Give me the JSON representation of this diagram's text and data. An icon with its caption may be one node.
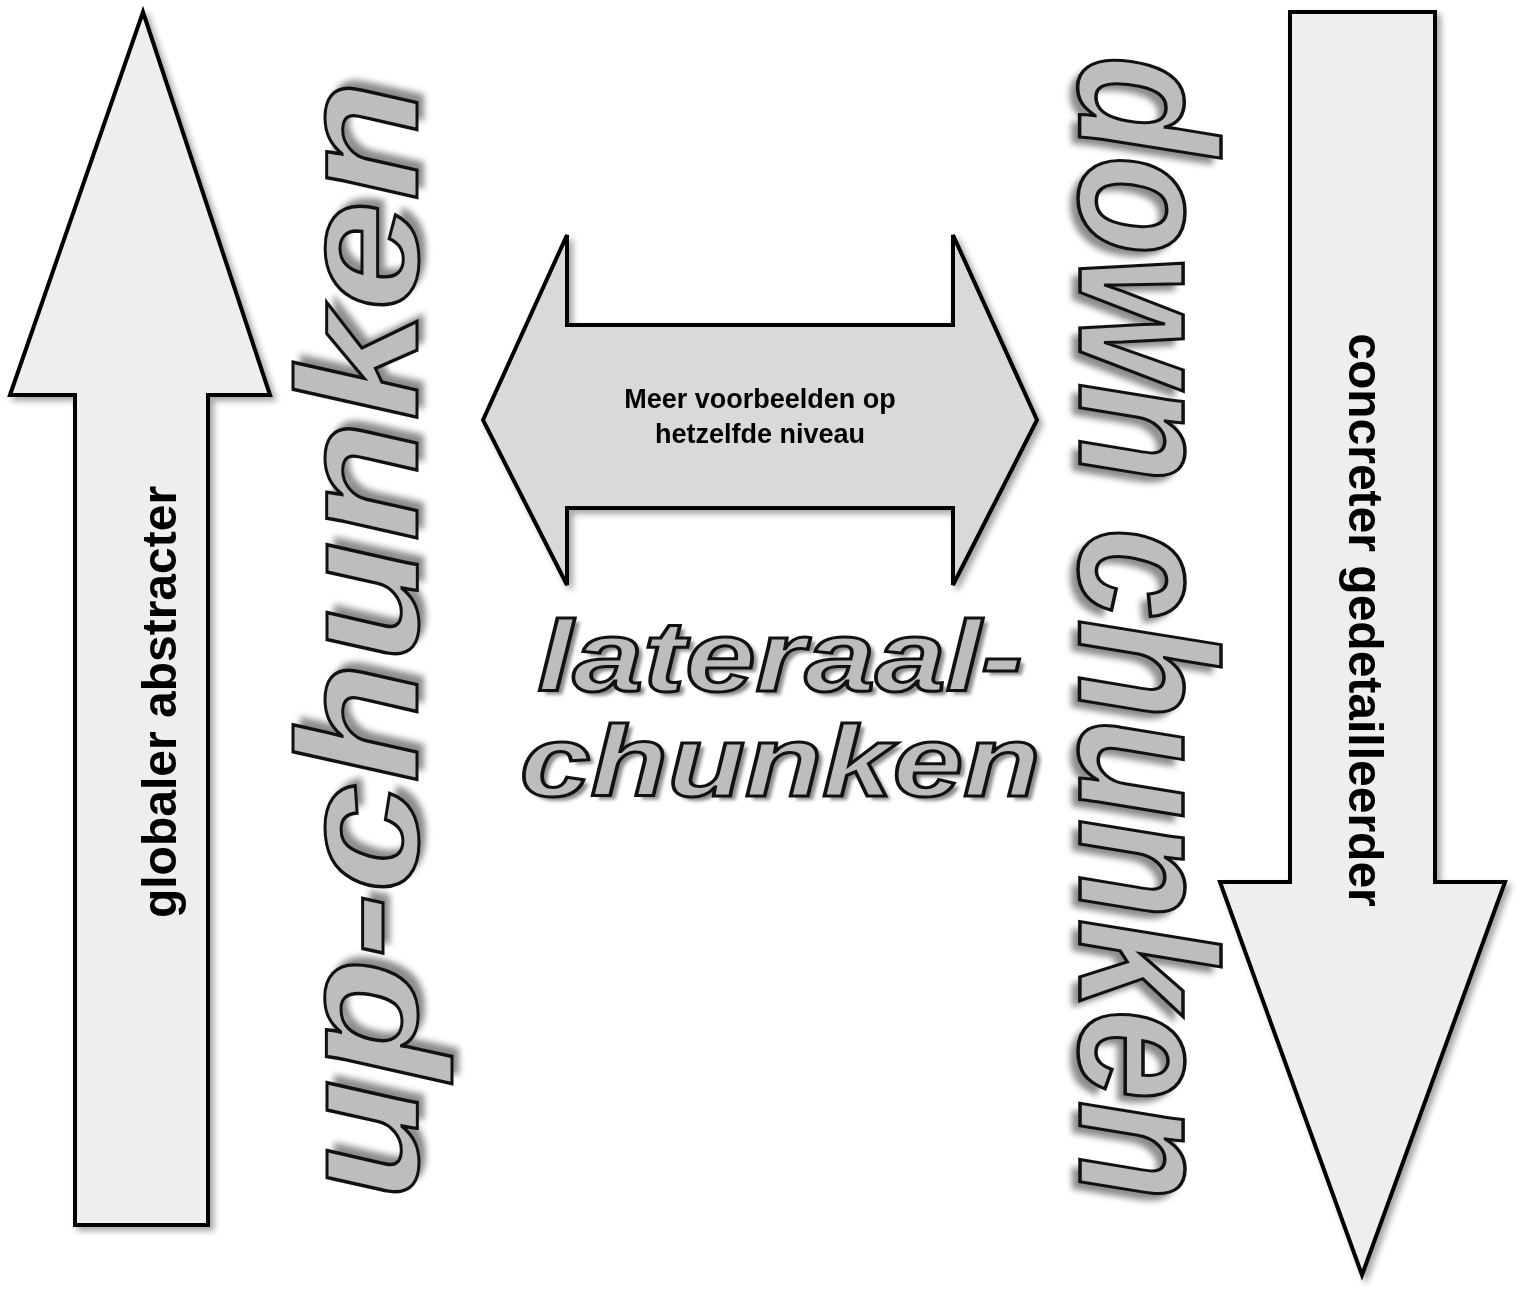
{
  "diagram": {
    "nodes": [
      {
        "text": [
          "globaler abstracter"
        ]
      },
      {
        "text": [
          "Meer voorbeelden op hetzelfde niveau"
        ]
      },
      {
        "text": [
          "concreter gedetailleerder"
        ]
      }
    ],
    "labels": [
      "up-chunken",
      "lateraal- chunken",
      "down chunken"
    ]
  }
}
